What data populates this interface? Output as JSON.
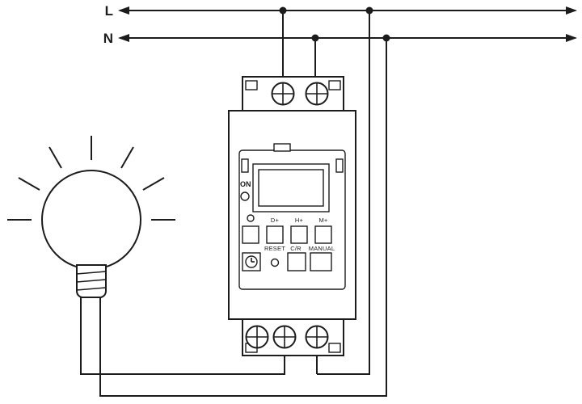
{
  "diagram": {
    "title_hint": "weekly-timer-relay-wiring-diagram",
    "labels": {
      "line_l": "L",
      "line_n": "N"
    },
    "device": {
      "on_label": "ON",
      "btn_d": "D+",
      "btn_h": "H+",
      "btn_m": "M+",
      "reset_label": "RESET",
      "cr_label": "C/R",
      "manual_label": "MANUAL"
    },
    "colors": {
      "line": "#1c1c1c",
      "background": "#ffffff"
    }
  }
}
